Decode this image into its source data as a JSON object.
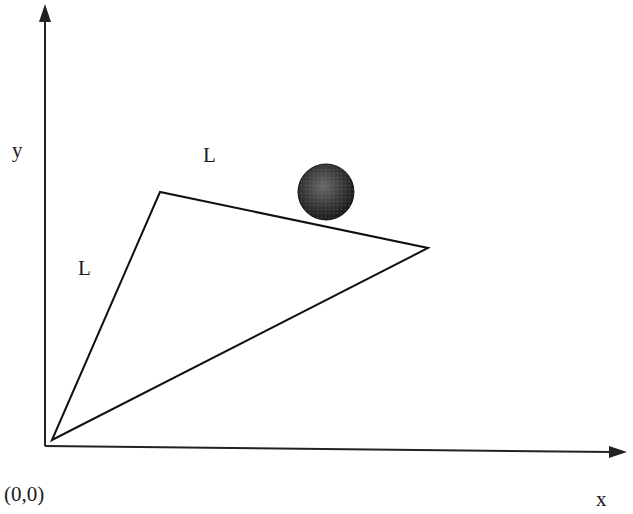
{
  "diagram": {
    "labels": [
      "y",
      "L",
      "L",
      "(0,0)",
      "x"
    ]
  }
}
